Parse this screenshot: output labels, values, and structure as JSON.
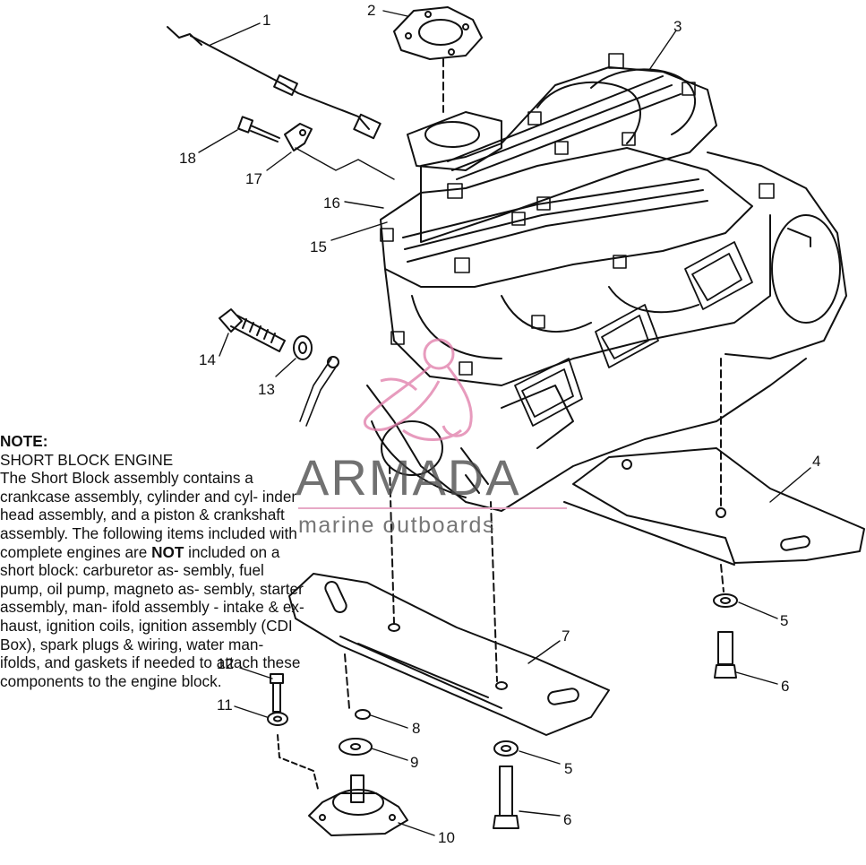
{
  "callouts": [
    "1",
    "2",
    "3",
    "4",
    "5",
    "6",
    "7",
    "8",
    "9",
    "10",
    "11",
    "12",
    "13",
    "14",
    "15",
    "16",
    "17",
    "18"
  ],
  "callouts_repeat": {
    "five_b": "5",
    "six_b": "6"
  },
  "note": {
    "title": "NOTE:",
    "l1": "SHORT BLOCK ENGINE",
    "l2": "The Short Block assembly contains a crankcase assembly, cylinder and cyl- inder head assembly, and a piston & crankshaft assembly.  The following items included with complete engines are ",
    "not_word": "NOT",
    "l3": " included on a short block:  carburetor as- sembly, fuel pump, oil pump, magneto as- sembly, starter assembly, man- ifold assembly - intake & ex- haust, ignition coils, ignition assembly (CDI Box), spark plugs & wiring, water man- ifolds, and gaskets if needed to attach these components to the engine block."
  },
  "watermark": {
    "brand": "ARMADA",
    "tagline": "marine outboards"
  },
  "colors": {
    "ink": "#111111",
    "watermark_pink": "#e07aa8",
    "watermark_gray": "#4a4a4a"
  }
}
